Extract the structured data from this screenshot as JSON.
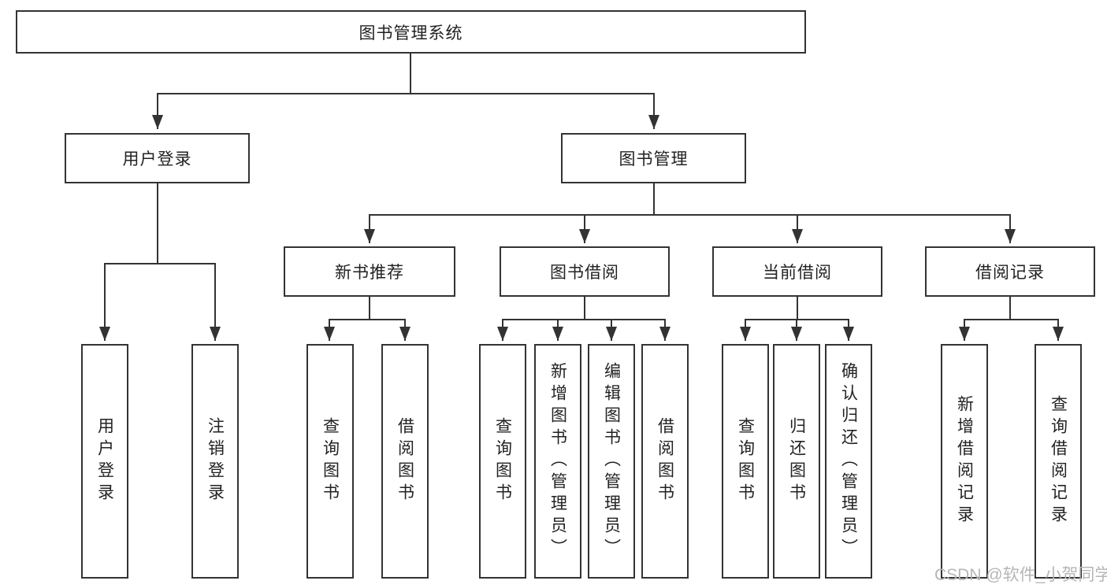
{
  "colors": {
    "line": "#333333",
    "text": "#222222",
    "background": "#ffffff",
    "watermark": "#b6b6b6"
  },
  "tree": {
    "root": {
      "label": "图书管理系统",
      "children": [
        {
          "label": "用户登录",
          "children": [
            {
              "label": "用户登录"
            },
            {
              "label": "注销登录"
            }
          ]
        },
        {
          "label": "图书管理",
          "children": [
            {
              "label": "新书推荐",
              "children": [
                {
                  "label": "查询图书"
                },
                {
                  "label": "借阅图书"
                }
              ]
            },
            {
              "label": "图书借阅",
              "children": [
                {
                  "label": "查询图书"
                },
                {
                  "label": "新增图书（管理员）"
                },
                {
                  "label": "编辑图书（管理员）"
                },
                {
                  "label": "借阅图书"
                }
              ]
            },
            {
              "label": "当前借阅",
              "children": [
                {
                  "label": "查询图书"
                },
                {
                  "label": "归还图书"
                },
                {
                  "label": "确认归还（管理员）"
                }
              ]
            },
            {
              "label": "借阅记录",
              "children": [
                {
                  "label": "新增借阅记录"
                },
                {
                  "label": "查询借阅记录"
                }
              ]
            }
          ]
        }
      ]
    }
  },
  "watermark": {
    "text": "CSDN @软件_小贺同学"
  }
}
